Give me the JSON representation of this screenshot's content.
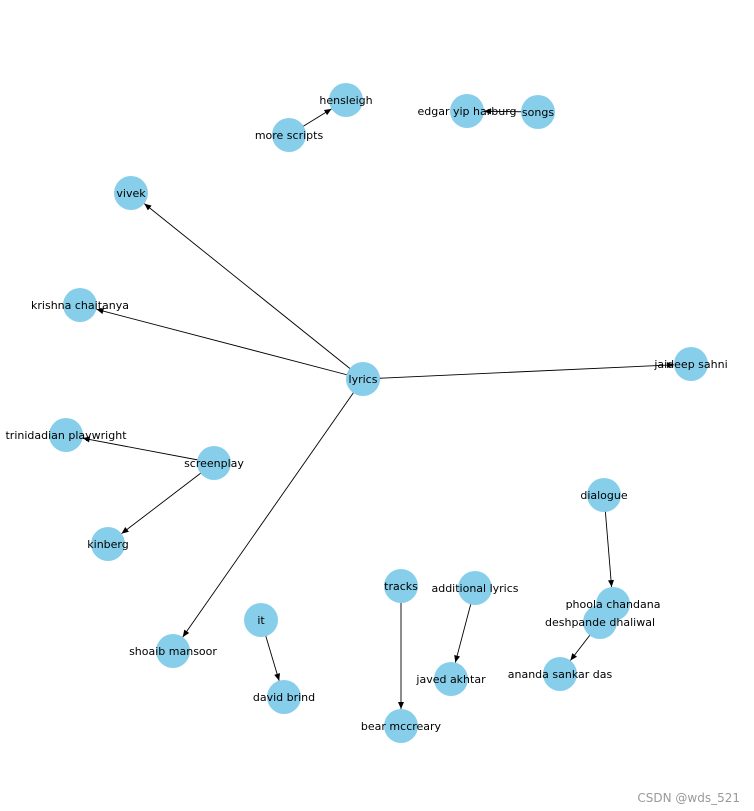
{
  "graph": {
    "node_color": "#87CEEB",
    "nodes": [
      {
        "id": "hensleigh",
        "label": "hensleigh"
      },
      {
        "id": "more_scripts",
        "label": "more  scripts"
      },
      {
        "id": "edgar",
        "label": "edgar yip harburg"
      },
      {
        "id": "songs",
        "label": "songs"
      },
      {
        "id": "vivek",
        "label": "vivek"
      },
      {
        "id": "krishna",
        "label": "krishna chaitanya"
      },
      {
        "id": "lyrics",
        "label": "lyrics"
      },
      {
        "id": "jaideep",
        "label": "jaideep sahni"
      },
      {
        "id": "trinidadian",
        "label": "trinidadian playwright"
      },
      {
        "id": "screenplay",
        "label": "screenplay"
      },
      {
        "id": "kinberg",
        "label": "kinberg"
      },
      {
        "id": "dialogue",
        "label": "dialogue"
      },
      {
        "id": "phoola",
        "label": "phoola chandana"
      },
      {
        "id": "deshpande",
        "label": "deshpande  dhaliwal"
      },
      {
        "id": "ananda",
        "label": "ananda sankar das"
      },
      {
        "id": "tracks",
        "label": "tracks"
      },
      {
        "id": "additional_lyrics",
        "label": "additional  lyrics"
      },
      {
        "id": "javed",
        "label": "javed  akhtar"
      },
      {
        "id": "it",
        "label": "it"
      },
      {
        "id": "shoaib",
        "label": "shoaib mansoor"
      },
      {
        "id": "david",
        "label": "david brind"
      },
      {
        "id": "bear",
        "label": "bear mccreary"
      }
    ],
    "edges": [
      {
        "from": "more_scripts",
        "to": "hensleigh"
      },
      {
        "from": "songs",
        "to": "edgar"
      },
      {
        "from": "lyrics",
        "to": "vivek"
      },
      {
        "from": "lyrics",
        "to": "krishna"
      },
      {
        "from": "lyrics",
        "to": "jaideep"
      },
      {
        "from": "lyrics",
        "to": "shoaib"
      },
      {
        "from": "screenplay",
        "to": "trinidadian"
      },
      {
        "from": "screenplay",
        "to": "kinberg"
      },
      {
        "from": "dialogue",
        "to": "phoola"
      },
      {
        "from": "deshpande",
        "to": "ananda"
      },
      {
        "from": "tracks",
        "to": "bear"
      },
      {
        "from": "additional_lyrics",
        "to": "javed"
      },
      {
        "from": "it",
        "to": "david"
      }
    ]
  },
  "watermark": "CSDN @wds_521"
}
